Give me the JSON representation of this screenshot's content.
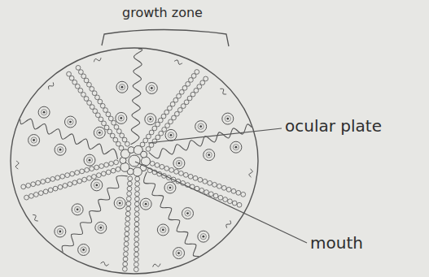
{
  "diagram": {
    "labels": [
      "growth zone",
      "ocular plate",
      "mouth"
    ]
  }
}
